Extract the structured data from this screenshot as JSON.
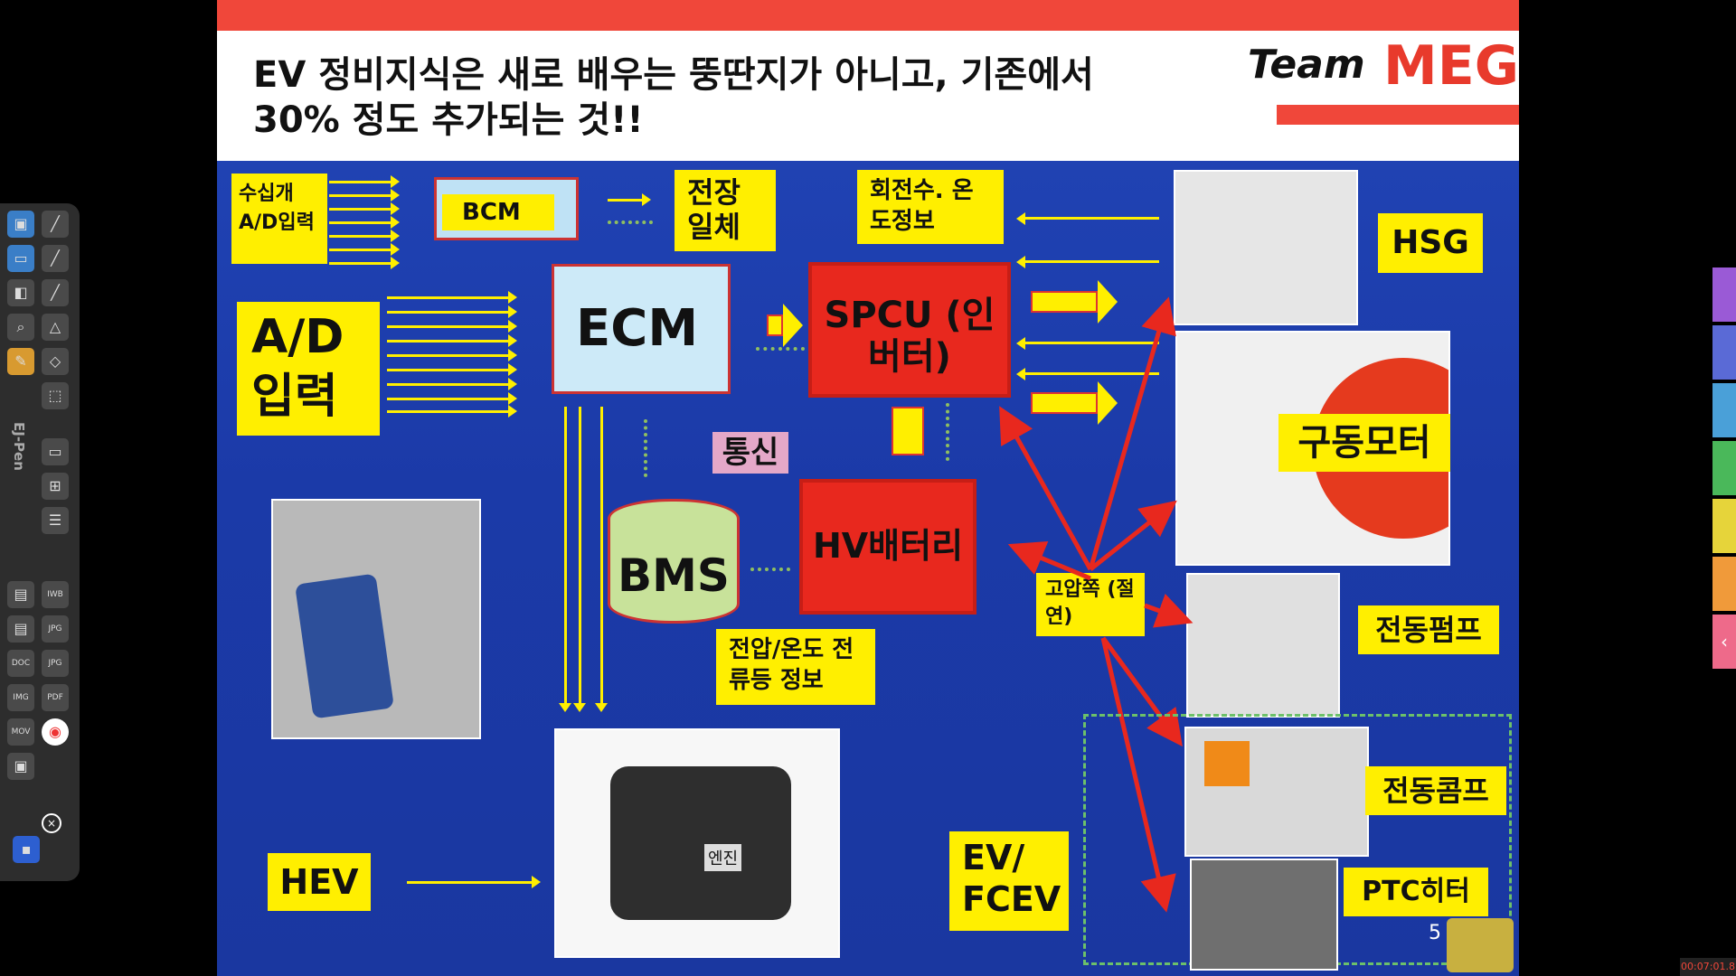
{
  "slide": {
    "title_line1": "EV 정비지식은 새로 배우는 뚱딴지가 아니고, 기존에서",
    "title_line2": "30% 정도 추가되는 것!!",
    "brand_team": "Team",
    "brand_meg": "MEG",
    "page_number": "5"
  },
  "labels": {
    "multi_ad": "수십개 A/D입력",
    "bcm": "BCM",
    "electrical": "전장 일체",
    "rpm_temp": "회전수. 온도정보",
    "hsg": "HSG",
    "ad_input": "A/D 입력",
    "ecm": "ECM",
    "spcu": "SPCU (인버터)",
    "motor": "구동모터",
    "comm": "통신",
    "bms": "BMS",
    "hv_battery": "HV배터리",
    "high_voltage": "고압쪽 (절연)",
    "pump": "전동펌프",
    "vi_info": "전압/온도 전류등 정보",
    "compressor": "전동콤프",
    "engine": "엔진",
    "hev": "HEV",
    "ev_fcev": "EV/ FCEV",
    "ptc": "PTC히터"
  },
  "toolbar": {
    "brand": "EJ-Pen",
    "buttons": [
      "IWB",
      "JPG",
      "DOC",
      "JPG",
      "IMG",
      "PDF",
      "MOV"
    ]
  },
  "clock": "00:07:01.8",
  "colors": {
    "accent_red": "#f0473a",
    "yellow": "#ffef00",
    "slide_blue": "#1b3aa8"
  }
}
